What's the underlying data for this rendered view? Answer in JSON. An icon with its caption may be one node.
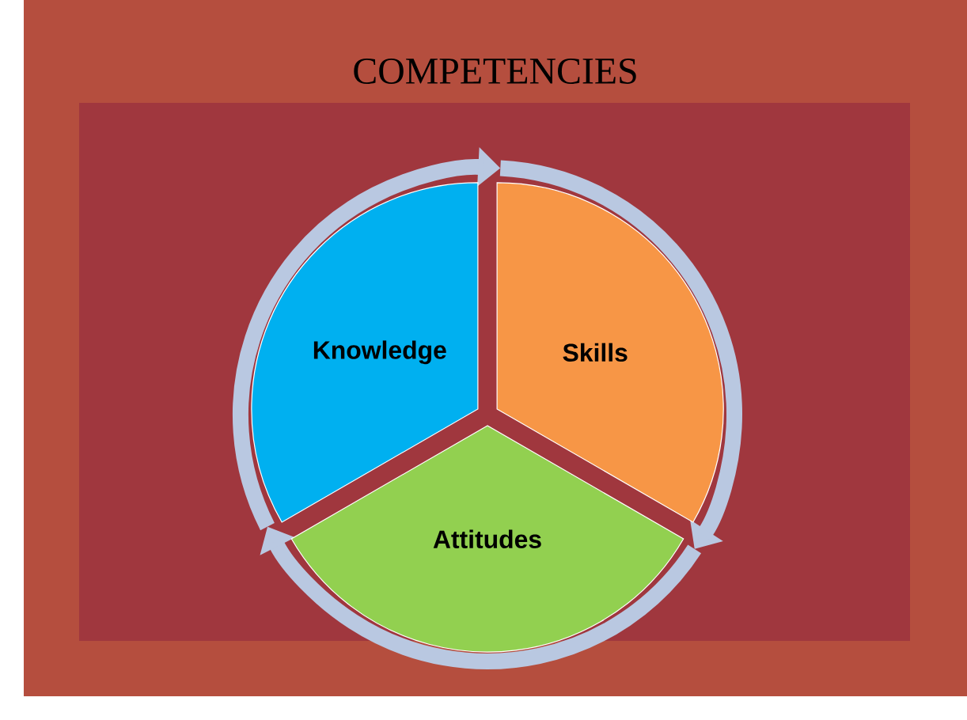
{
  "diagram": {
    "title": "COMPETENCIES",
    "nodes": [
      {
        "text": [
          "Knowledge"
        ]
      },
      {
        "text": [
          "Skills"
        ]
      },
      {
        "text": [
          "Attitudes"
        ]
      }
    ],
    "edges": [
      {
        "from": 0,
        "to": 1,
        "arrow": "to"
      },
      {
        "from": 1,
        "to": 2,
        "arrow": "to"
      },
      {
        "from": 2,
        "to": 0,
        "arrow": "to"
      }
    ]
  }
}
